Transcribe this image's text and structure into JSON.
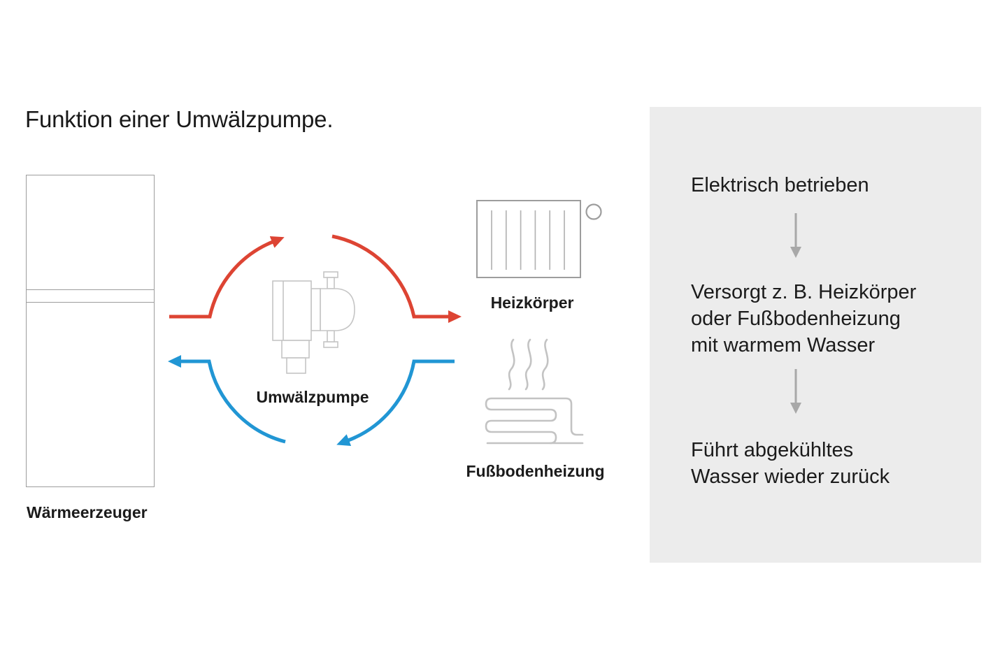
{
  "title": "Funktion einer Umwälzpumpe.",
  "diagram": {
    "heat_generator_label": "Wärmeerzeuger",
    "pump_label": "Umwälzpumpe",
    "radiator_label": "Heizkörper",
    "floor_heating_label": "Fußbodenheizung"
  },
  "info_panel": {
    "steps": [
      "Elektrisch betrieben",
      "Versorgt z. B. Heizkörper\noder Fußbodenheizung\nmit warmem Wasser",
      "Führt abgekühltes\nWasser wieder zurück"
    ]
  },
  "colors": {
    "hot_flow_red": "#dd4433",
    "cold_flow_blue": "#2196d4",
    "panel_background": "#ececec",
    "outline_gray": "#9d9d9d",
    "icon_light_gray": "#c5c5c5",
    "step_arrow_gray": "#a8a8a8",
    "text": "#1d1d1d"
  }
}
